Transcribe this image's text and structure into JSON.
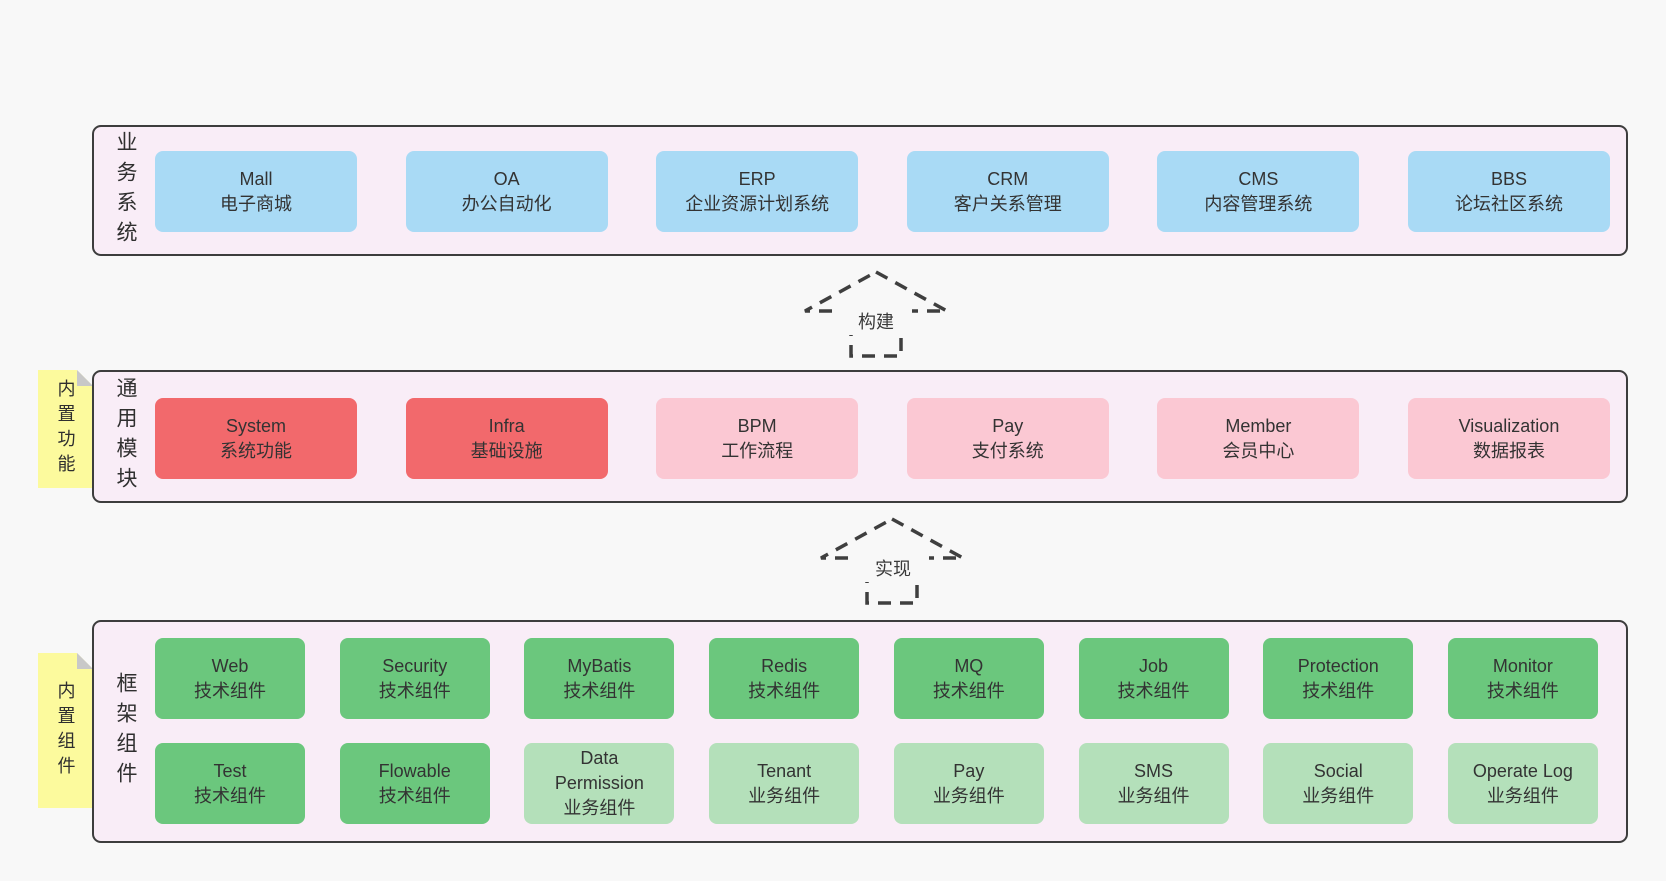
{
  "canvas": {
    "background": "#f8f8f8"
  },
  "palette": {
    "container_bg": "#f9edf7",
    "container_border": "#3d3d3d",
    "blue": "#a9daf5",
    "red": "#f2696c",
    "pink": "#fbc8d3",
    "green": "#6bc77d",
    "green_light": "#b4e0ba",
    "note_yellow": "#fcfa9d",
    "note_fold_gray": "#c8c8c8",
    "text": "#333333"
  },
  "business": {
    "side_label": "业务系统",
    "boxes": [
      {
        "title": "Mall",
        "subtitle": "电子商城",
        "variant": "blue"
      },
      {
        "title": "OA",
        "subtitle": "办公自动化",
        "variant": "blue"
      },
      {
        "title": "ERP",
        "subtitle": "企业资源计划系统",
        "variant": "blue"
      },
      {
        "title": "CRM",
        "subtitle": "客户关系管理",
        "variant": "blue"
      },
      {
        "title": "CMS",
        "subtitle": "内容管理系统",
        "variant": "blue"
      },
      {
        "title": "BBS",
        "subtitle": "论坛社区系统",
        "variant": "blue"
      }
    ]
  },
  "arrow_build": {
    "label": "构建"
  },
  "modules": {
    "side_label": "通用模块",
    "note_label": "内置功能",
    "boxes": [
      {
        "title": "System",
        "subtitle": "系统功能",
        "variant": "red"
      },
      {
        "title": "Infra",
        "subtitle": "基础设施",
        "variant": "red"
      },
      {
        "title": "BPM",
        "subtitle": "工作流程",
        "variant": "pink"
      },
      {
        "title": "Pay",
        "subtitle": "支付系统",
        "variant": "pink"
      },
      {
        "title": "Member",
        "subtitle": "会员中心",
        "variant": "pink"
      },
      {
        "title": "Visualization",
        "subtitle": "数据报表",
        "variant": "pink"
      }
    ]
  },
  "arrow_implement": {
    "label": "实现"
  },
  "framework": {
    "side_label": "框架组件",
    "note_label": "内置组件",
    "row1": [
      {
        "title": "Web",
        "subtitle": "技术组件",
        "variant": "green"
      },
      {
        "title": "Security",
        "subtitle": "技术组件",
        "variant": "green"
      },
      {
        "title": "MyBatis",
        "subtitle": "技术组件",
        "variant": "green"
      },
      {
        "title": "Redis",
        "subtitle": "技术组件",
        "variant": "green"
      },
      {
        "title": "MQ",
        "subtitle": "技术组件",
        "variant": "green"
      },
      {
        "title": "Job",
        "subtitle": "技术组件",
        "variant": "green"
      },
      {
        "title": "Protection",
        "subtitle": "技术组件",
        "variant": "green"
      },
      {
        "title": "Monitor",
        "subtitle": "技术组件",
        "variant": "green"
      }
    ],
    "row2": [
      {
        "title": "Test",
        "subtitle": "技术组件",
        "variant": "green"
      },
      {
        "title": "Flowable",
        "subtitle": "技术组件",
        "variant": "green"
      },
      {
        "title": "Data Permission",
        "subtitle": "业务组件",
        "variant": "green-light"
      },
      {
        "title": "Tenant",
        "subtitle": "业务组件",
        "variant": "green-light"
      },
      {
        "title": "Pay",
        "subtitle": "业务组件",
        "variant": "green-light"
      },
      {
        "title": "SMS",
        "subtitle": "业务组件",
        "variant": "green-light"
      },
      {
        "title": "Social",
        "subtitle": "业务组件",
        "variant": "green-light"
      },
      {
        "title": "Operate Log",
        "subtitle": "业务组件",
        "variant": "green-light"
      }
    ]
  }
}
